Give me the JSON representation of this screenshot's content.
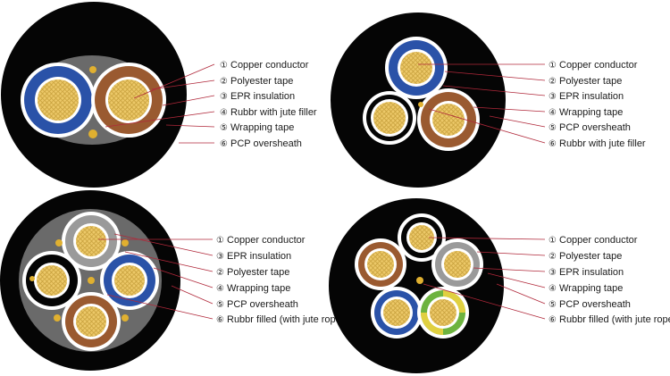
{
  "palette": {
    "sheath": "#050505",
    "copper": "#e8c060",
    "copper_strand": "#b8902a",
    "blue": "#2a52a8",
    "brown": "#9a5a30",
    "grey": "#9a9a9a",
    "green_yellow": "#6db33f",
    "yellow": "#e0d040",
    "filler": "#707070",
    "leader": "#b0283a"
  },
  "diagrams": [
    {
      "id": "top-left",
      "labels": [
        {
          "num": "①",
          "text": "Copper conductor"
        },
        {
          "num": "②",
          "text": "Polyester tape"
        },
        {
          "num": "③",
          "text": "EPR insulation"
        },
        {
          "num": "④",
          "text": "Rubbr with jute filler"
        },
        {
          "num": "⑤",
          "text": "Wrapping tape"
        },
        {
          "num": "⑥",
          "text": "PCP oversheath"
        }
      ]
    },
    {
      "id": "top-right",
      "labels": [
        {
          "num": "①",
          "text": "Copper conductor"
        },
        {
          "num": "②",
          "text": "Polyester tape"
        },
        {
          "num": "③",
          "text": "EPR insulation"
        },
        {
          "num": "④",
          "text": "Wrapping tape"
        },
        {
          "num": "⑤",
          "text": "PCP oversheath"
        },
        {
          "num": "⑥",
          "text": "Rubbr with jute filler"
        }
      ]
    },
    {
      "id": "bottom-left",
      "labels": [
        {
          "num": "①",
          "text": "Copper conductor"
        },
        {
          "num": "③",
          "text": "EPR insulation"
        },
        {
          "num": "②",
          "text": "Polyester tape"
        },
        {
          "num": "④",
          "text": "Wrapping tape"
        },
        {
          "num": "⑤",
          "text": "PCP oversheath"
        },
        {
          "num": "⑥",
          "text": "Rubbr filled (with jute rope)"
        }
      ]
    },
    {
      "id": "bottom-right",
      "labels": [
        {
          "num": "①",
          "text": "Copper conductor"
        },
        {
          "num": "②",
          "text": "Polyester tape"
        },
        {
          "num": "③",
          "text": "EPR insulation"
        },
        {
          "num": "④",
          "text": "Wrapping tape"
        },
        {
          "num": "⑤",
          "text": "PCP oversheath"
        },
        {
          "num": "⑥",
          "text": "Rubbr filled (with jute rope)"
        }
      ]
    }
  ]
}
